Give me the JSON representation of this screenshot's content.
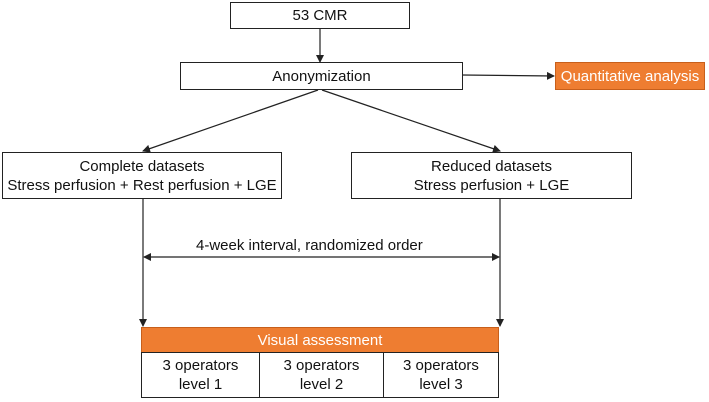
{
  "nodes": {
    "cmr": "53 CMR",
    "anonymization": "Anonymization",
    "quantitative": "Quantitative analysis",
    "complete": {
      "line1": "Complete datasets",
      "line2": "Stress perfusion + Rest perfusion + LGE"
    },
    "reduced": {
      "line1": "Reduced datasets",
      "line2": "Stress perfusion + LGE"
    },
    "visual": "Visual assessment"
  },
  "interval_label": "4-week interval, randomized order",
  "operators": [
    {
      "line1": "3 operators",
      "line2": "level 1"
    },
    {
      "line1": "3 operators",
      "line2": "level 2"
    },
    {
      "line1": "3 operators",
      "line2": "level 3"
    }
  ],
  "colors": {
    "accent": "#ee7d31",
    "line": "#222222"
  }
}
